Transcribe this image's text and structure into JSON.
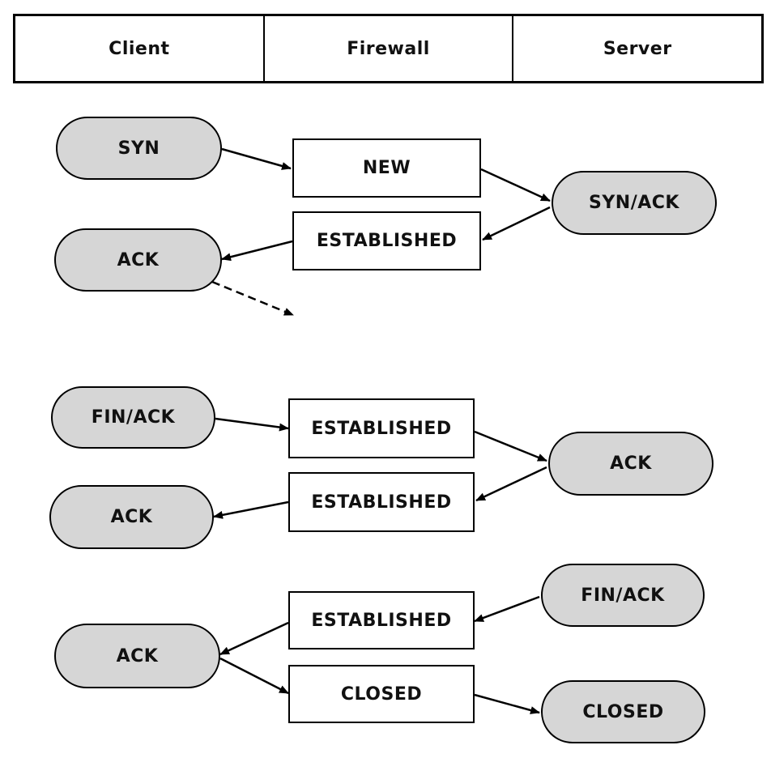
{
  "header": {
    "client": "Client",
    "firewall": "Firewall",
    "server": "Server"
  },
  "rows": [
    {
      "client_syn": "SYN",
      "fw_new": "NEW",
      "server_synack": "SYN/ACK",
      "fw_established": "ESTABLISHED",
      "client_ack": "ACK"
    },
    {
      "client_finack": "FIN/ACK",
      "fw_established_1": "ESTABLISHED",
      "server_ack": "ACK",
      "fw_established_2": "ESTABLISHED",
      "client_ack": "ACK"
    },
    {
      "server_finack": "FIN/ACK",
      "fw_established": "ESTABLISHED",
      "client_ack": "ACK",
      "fw_closed": "CLOSED",
      "server_closed": "CLOSED"
    }
  ]
}
